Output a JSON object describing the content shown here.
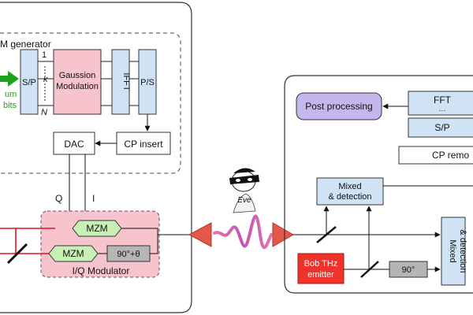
{
  "transmitter": {
    "generator_title": "M generator",
    "input_label_line1": "um",
    "input_label_line2": "bits",
    "sp_label": "S/P",
    "idx_1": "1",
    "idx_k": "k",
    "idx_n": "N",
    "gaussian_line1": "Gaussion",
    "gaussian_line2": "Modulation",
    "ifft_label": "IFFT",
    "ps_label": "P/S",
    "dac_label": "DAC",
    "cp_insert_label": "CP insert",
    "q_label": "Q",
    "i_label": "I",
    "mzm_top_label": "MZM",
    "mzm_bottom_label": "MZM",
    "phase_label": "90°+θ",
    "iq_modulator_label": "I/Q Modulator"
  },
  "channel": {
    "eve_label": "Eve"
  },
  "receiver": {
    "post_processing_label": "Post processing",
    "fft_label": "FFT",
    "fft_dots": "···",
    "sp_label": "S/P",
    "cp_remove_label": "CP remo",
    "mixed_detection_top_line1": "Mixed",
    "mixed_detection_top_line2": "& detection",
    "mixed_detection_right_line1": "Mixed",
    "mixed_detection_right_line2": "& detection",
    "bob_emitter_line1": "Bob THz",
    "bob_emitter_line2": "emitter",
    "phase_label": "90°"
  },
  "colors": {
    "green_arrow": "#1aa31a",
    "light_blue": "#cfe3f5",
    "pink_block": "#f7c3cc",
    "mzm_green": "#c9f0b4",
    "purple": "#c5b7ee",
    "red_emitter": "#f0322a",
    "horn_red": "#e4574b",
    "laser_red": "#e0141e",
    "gray_box": "#b5b5b5"
  }
}
